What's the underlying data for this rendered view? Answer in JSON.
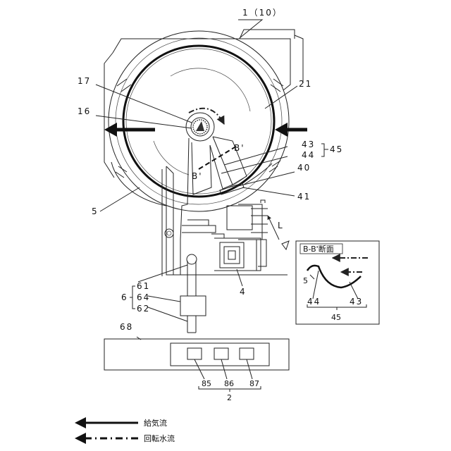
{
  "labels": {
    "top": "1（10）",
    "l17": "17",
    "l16": "16",
    "l21": "21",
    "l5": "5",
    "l43": "43",
    "l44": "44",
    "l45": "45",
    "l40": "40",
    "l41": "41",
    "lL": "L",
    "lB1": "B'",
    "lB2": "B'",
    "l4": "4",
    "l6": "6",
    "l61": "61",
    "l64": "64",
    "l62": "62",
    "l68": "68",
    "l85": "85",
    "l86": "86",
    "l87": "87",
    "l2": "2"
  },
  "inset": {
    "title": "B-B'断面",
    "l5": "5",
    "l44": "44",
    "l43": "43",
    "l45": "45"
  },
  "legend": {
    "supply_air": "給気流",
    "rotating_water": "回転水流"
  }
}
